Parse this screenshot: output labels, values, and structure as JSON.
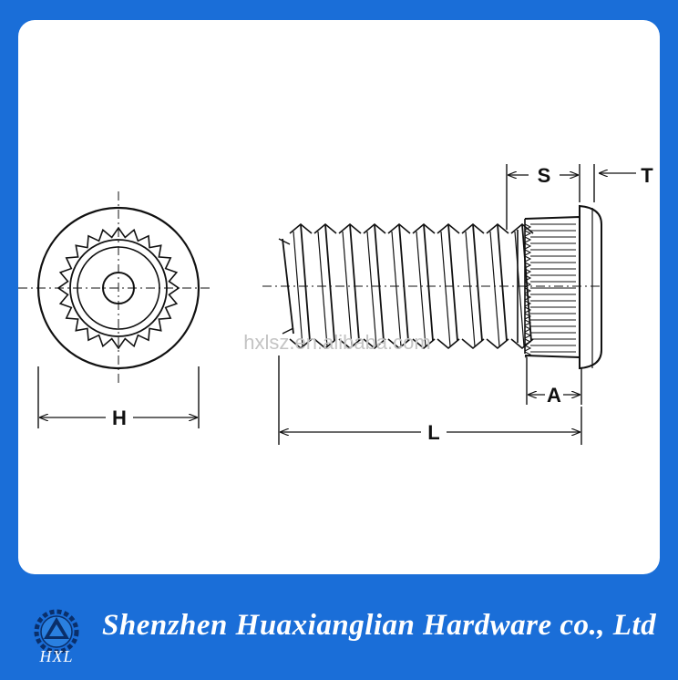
{
  "diagram": {
    "labels": {
      "H": "H",
      "L": "L",
      "S": "S",
      "T": "T",
      "A": "A"
    },
    "watermark": "hxlsz.en.alibaba.com"
  },
  "footer": {
    "logo_text": "HXL",
    "company_name": "Shenzhen Huaxianglian Hardware co., Ltd"
  },
  "colors": {
    "background": "#1a6ed8",
    "panel": "#ffffff",
    "line": "#111111"
  }
}
